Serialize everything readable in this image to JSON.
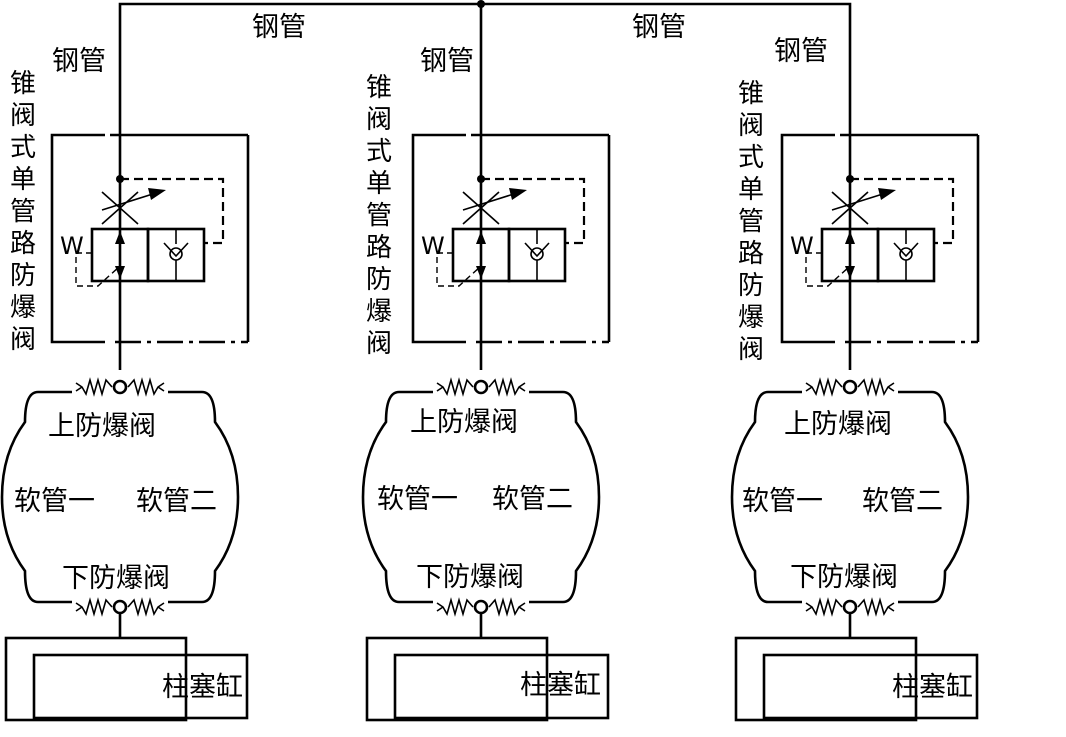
{
  "labels": {
    "steel_pipe": "钢管",
    "cone_valve": "锥阀式单管路防爆阀",
    "upper_valve": "上防爆阀",
    "lower_valve": "下防爆阀",
    "hose_one": "软管一",
    "hose_two": "软管二",
    "cylinder": "柱塞缸",
    "spring_w": "W"
  },
  "units": [
    {
      "id": "left"
    },
    {
      "id": "center"
    },
    {
      "id": "right"
    }
  ]
}
